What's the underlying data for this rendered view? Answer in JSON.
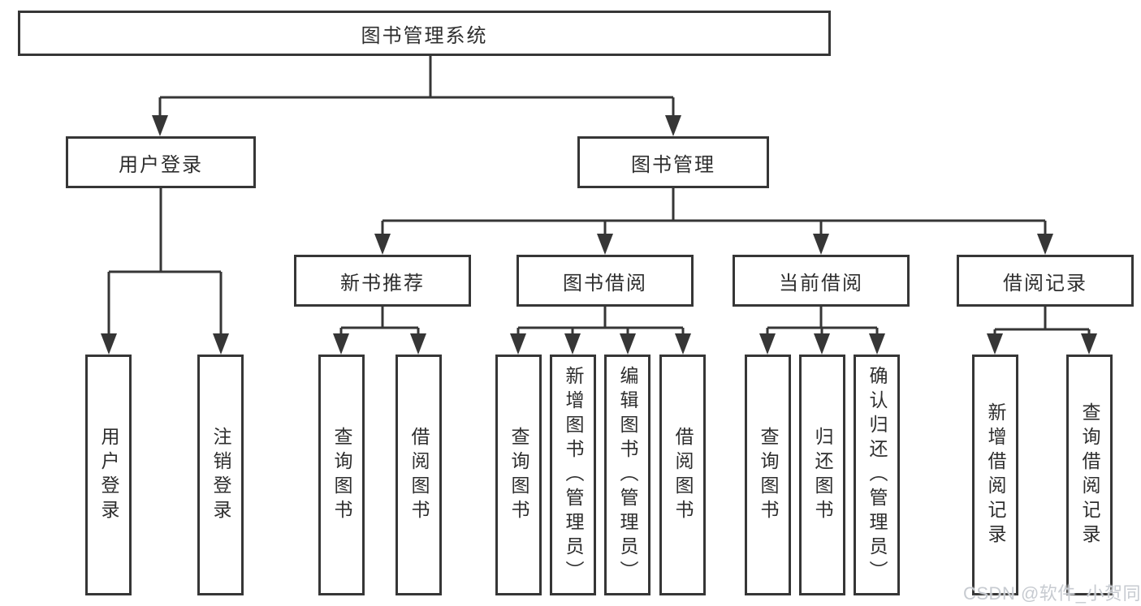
{
  "diagram": {
    "title": "图书管理系统",
    "root": {
      "label": "图书管理系统"
    },
    "level2": [
      {
        "label": "用户登录"
      },
      {
        "label": "图书管理"
      }
    ],
    "level3": [
      {
        "label": "新书推荐"
      },
      {
        "label": "图书借阅"
      },
      {
        "label": "当前借阅"
      },
      {
        "label": "借阅记录"
      }
    ],
    "leaves": {
      "user_login": [
        "用户登录",
        "注销登录"
      ],
      "new_books": [
        "查询图书",
        "借阅图书"
      ],
      "book_borrow": [
        "查询图书",
        "新增图书（管理员）",
        "编辑图书（管理员）",
        "借阅图书"
      ],
      "current_borrow": [
        "查询图书",
        "归还图书",
        "确认归还（管理员）"
      ],
      "borrow_records": [
        "新增借阅记录",
        "查询借阅记录"
      ]
    },
    "watermark": "CSDN @软件_小贺同学",
    "colors": {
      "line": "#363636",
      "text": "#2e2e2e",
      "background": "#ffffff",
      "watermark": "#c7cbd1"
    }
  }
}
